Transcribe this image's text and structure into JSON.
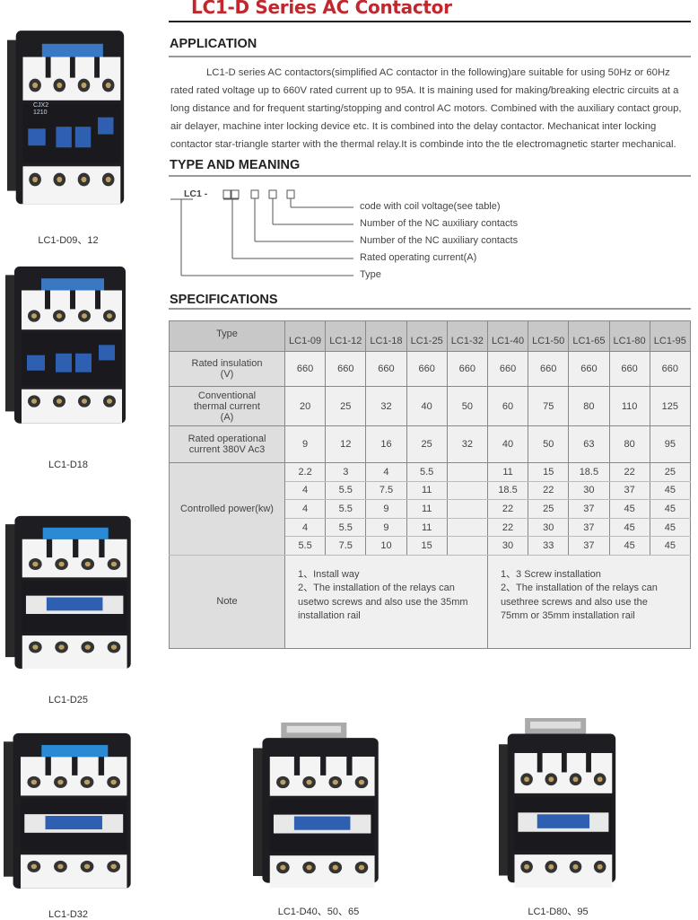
{
  "title": "LC1-D Series AC Contactor",
  "colors": {
    "title": "#c0282d",
    "table_header": "#c8c8c8",
    "table_label": "#dedede",
    "product_blue": "#2f5fb0"
  },
  "application": {
    "heading": "APPLICATION",
    "text": "LC1-D series  AC contactors(simplified AC contactor in the following)are suitable for using 50Hz or 60Hz rated rated voltage up to 660V rated current up to 95A. It is maining used for making/breaking electric circuits at a long distance and for frequent starting/stopping and control AC motors. Combined with the auxiliary contact group, air delayer, machine inter locking device etc. It is combined  into the delay contactor. Mechanicat inter locking contactor star-triangle starter with the thermal relay.It is combinde into the tle electromagnetic starter mechanical."
  },
  "type_meaning": {
    "heading": "TYPE AND MEANING",
    "code": "LC1 -",
    "labels": [
      "code with coil voltage(see table)",
      "Number of the NC auxiliary contacts",
      "Number of the NC auxiliary contacts",
      "Rated operating current(A)",
      "Type"
    ]
  },
  "specifications": {
    "heading": "SPECIFICATIONS",
    "type_label": "Type",
    "types": [
      "LC1-09",
      "LC1-12",
      "LC1-18",
      "LC1-25",
      "LC1-32",
      "LC1-40",
      "LC1-50",
      "LC1-65",
      "LC1-80",
      "LC1-95"
    ],
    "rows": [
      {
        "label": "Rated insulation\n(V)",
        "values": [
          "660",
          "660",
          "660",
          "660",
          "660",
          "660",
          "660",
          "660",
          "660",
          "660"
        ]
      },
      {
        "label": "Conventional\nthermal current\n(A)",
        "values": [
          "20",
          "25",
          "32",
          "40",
          "50",
          "60",
          "75",
          "80",
          "110",
          "125"
        ]
      },
      {
        "label": "Rated operational\ncurrent 380V Ac3",
        "values": [
          "9",
          "12",
          "16",
          "25",
          "32",
          "40",
          "50",
          "63",
          "80",
          "95"
        ]
      }
    ],
    "power_label": "Controlled power(kw)",
    "power_rows": [
      [
        "2.2",
        "3",
        "4",
        "5.5",
        "",
        "11",
        "15",
        "18.5",
        "22",
        "25"
      ],
      [
        "4",
        "5.5",
        "7.5",
        "11",
        "",
        "18.5",
        "22",
        "30",
        "37",
        "45"
      ],
      [
        "4",
        "5.5",
        "9",
        "11",
        "",
        "22",
        "25",
        "37",
        "45",
        "45"
      ],
      [
        "4",
        "5.5",
        "9",
        "11",
        "",
        "22",
        "30",
        "37",
        "45",
        "45"
      ],
      [
        "5.5",
        "7.5",
        "10",
        "15",
        "",
        "30",
        "33",
        "37",
        "45",
        "45"
      ]
    ],
    "note_label": "Note",
    "note_left": [
      "1、Install way",
      "2、The installation of the relays can",
      "usetwo screws and also use the 35mm",
      "installation rail"
    ],
    "note_right": [
      "1、3 Screw installation",
      "2、The installation of the relays can",
      "usethree screws and also use the",
      "75mm or 35mm installation rail"
    ]
  },
  "products": [
    {
      "caption": "LC1-D09、12",
      "front_text": "CJX2\n1210"
    },
    {
      "caption": "LC1-D18"
    },
    {
      "caption": "LC1-D25"
    },
    {
      "caption": "LC1-D32"
    },
    {
      "caption": "LC1-D40、50、65"
    },
    {
      "caption": "LC1-D80、95"
    }
  ]
}
